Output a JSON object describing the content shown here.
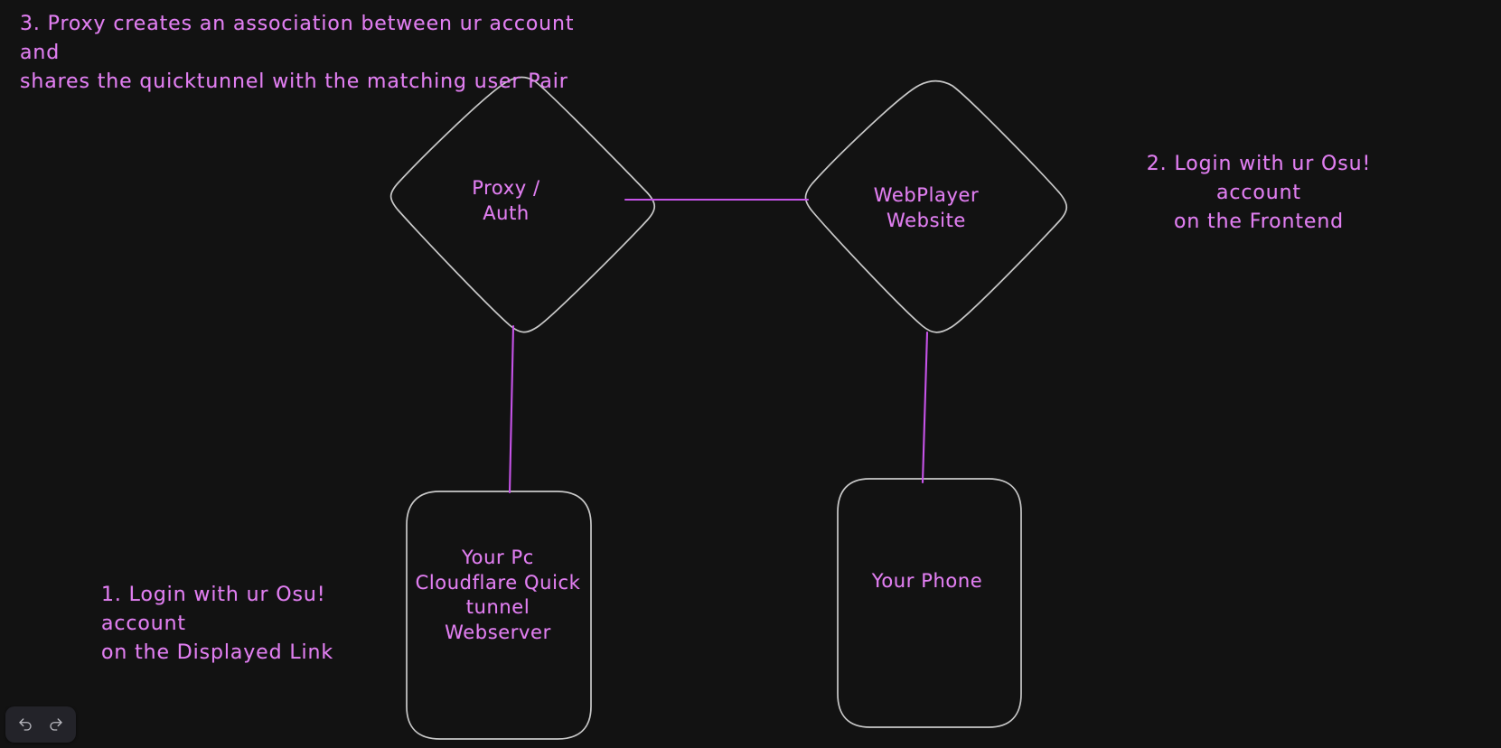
{
  "canvas": {
    "background_color": "#121212",
    "stroke_color": "#c9c9c9",
    "accent_color": "#c653e8",
    "text_color": "#e07ef0"
  },
  "nodes": [
    {
      "id": "proxy-auth",
      "shape": "diamond",
      "label": "Proxy /\nAuth"
    },
    {
      "id": "webplayer-website",
      "shape": "diamond",
      "label": "WebPlayer\nWebsite"
    },
    {
      "id": "your-pc",
      "shape": "rounded-rectangle",
      "label": "Your Pc\nCloudflare Quick\ntunnel\nWebserver"
    },
    {
      "id": "your-phone",
      "shape": "rounded-rectangle",
      "label": "Your Phone"
    }
  ],
  "connectors": [
    {
      "id": "proxy-to-webplayer",
      "from": "proxy-auth",
      "to": "webplayer-website",
      "color": "#c653e8"
    },
    {
      "id": "proxy-to-your-pc",
      "from": "proxy-auth",
      "to": "your-pc",
      "color": "#c653e8"
    },
    {
      "id": "webplayer-to-your-phone",
      "from": "webplayer-website",
      "to": "your-phone",
      "color": "#c653e8"
    }
  ],
  "annotations": [
    {
      "id": "step-3",
      "text": "3. Proxy creates an association between ur account and\n shares the quicktunnel with the matching user Pair"
    },
    {
      "id": "step-2",
      "text": "2. Login with ur Osu! account\non the Frontend"
    },
    {
      "id": "step-1",
      "text": "1. Login with ur Osu! account\non the Displayed Link"
    }
  ],
  "toolbar": {
    "undo": {
      "label": "Undo",
      "icon": "undo-arrow-icon"
    },
    "redo": {
      "label": "Redo",
      "icon": "redo-arrow-icon"
    }
  }
}
